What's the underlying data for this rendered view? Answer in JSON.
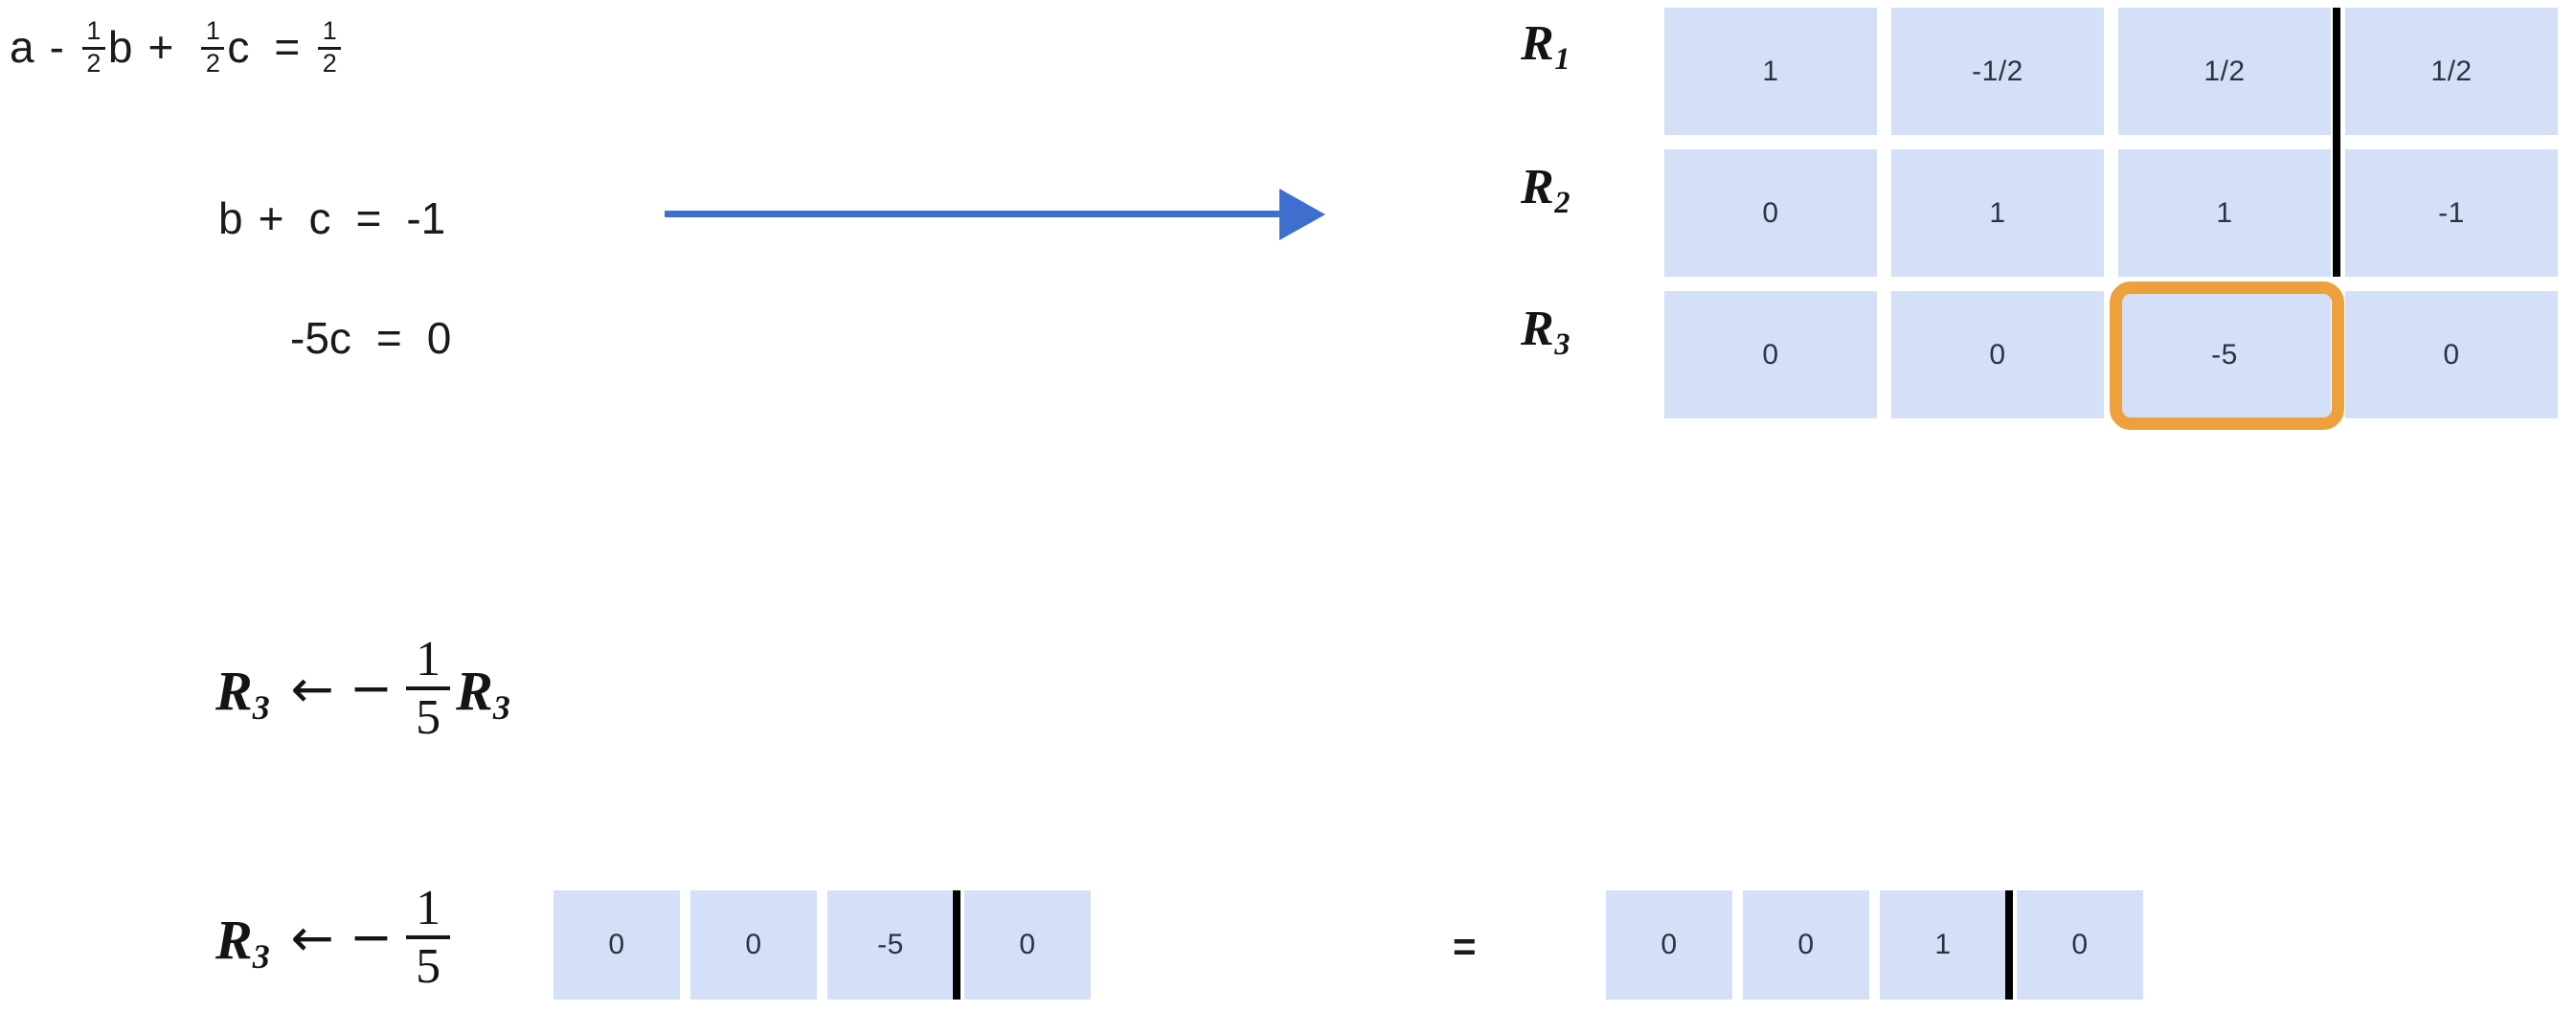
{
  "equations": [
    {
      "id": "equation-1",
      "text": "a - 1/2 b + 1/2 c = 1/2",
      "parts": {
        "a": "a",
        "minus": "-",
        "frac1_num": "1",
        "frac1_den": "2",
        "b": "b",
        "plus": "+",
        "frac2_num": "1",
        "frac2_den": "2",
        "c": "c",
        "equals": "=",
        "frac3_num": "1",
        "frac3_den": "2"
      }
    },
    {
      "id": "equation-2",
      "text": "b + c = -1",
      "parts": {
        "b": "b",
        "plus": "+",
        "c": "c",
        "equals": "=",
        "rhs": "-1"
      }
    },
    {
      "id": "equation-3",
      "text": "-5c = 0",
      "parts": {
        "lhs": "-5c",
        "equals": "=",
        "rhs": "0"
      }
    }
  ],
  "arrow": {
    "name": "transform-arrow",
    "color": "#3f6fce",
    "direction": "right"
  },
  "augmented_matrix": {
    "row_labels": [
      {
        "base": "R",
        "sub": "1"
      },
      {
        "base": "R",
        "sub": "2"
      },
      {
        "base": "R",
        "sub": "3"
      }
    ],
    "rows": [
      [
        "1",
        "-1/2",
        "1/2",
        "1/2"
      ],
      [
        "0",
        "1",
        "1",
        "-1"
      ],
      [
        "0",
        "0",
        "-5",
        "0"
      ]
    ],
    "augment_after_column": 3,
    "cell_color": "#d3e0f7",
    "divider_color": "#000000",
    "highlight": {
      "name": "pivot-highlight",
      "row": 3,
      "column": 3,
      "value": "-5",
      "color": "#eda03c"
    }
  },
  "row_operation": {
    "label": {
      "target": {
        "base": "R",
        "sub": "3"
      },
      "arrow": "←",
      "minus": "−",
      "frac_num": "1",
      "frac_den": "5",
      "operand": {
        "base": "R",
        "sub": "3"
      }
    },
    "text": "R3 <- -1/5 R3"
  },
  "row_computation": {
    "prefix": {
      "target": {
        "base": "R",
        "sub": "3"
      },
      "arrow": "←",
      "minus": "−",
      "frac_num": "1",
      "frac_den": "5"
    },
    "input_row": [
      "0",
      "0",
      "-5",
      "0"
    ],
    "equals": "=",
    "result_row": [
      "0",
      "0",
      "1",
      "0"
    ],
    "augment_after_column": 3,
    "cell_color": "#d3e0f7",
    "divider_color": "#000000"
  }
}
